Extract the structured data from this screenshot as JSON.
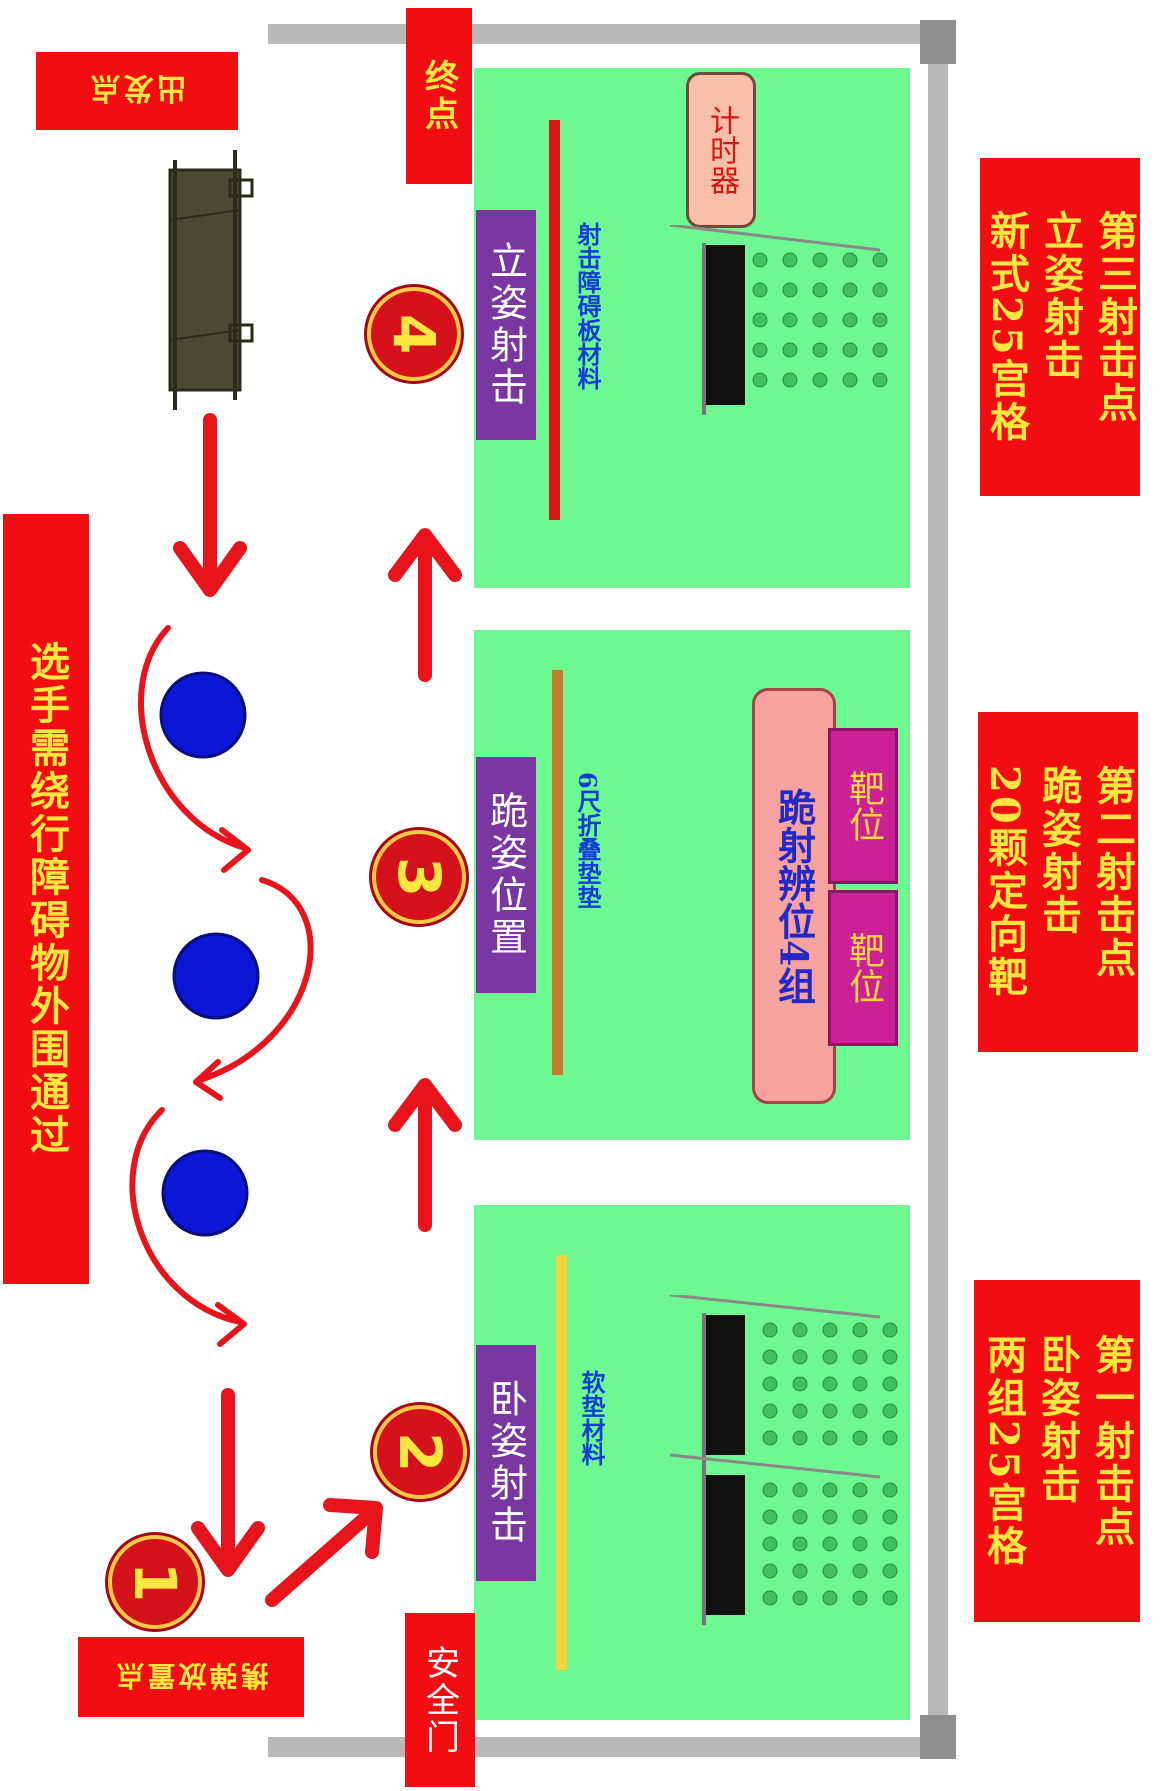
{
  "course": {
    "start_label": "出发点",
    "finish_label": "终点",
    "exit_label": "安全门",
    "gear_label": "携弹放置点",
    "obstacle_instruction": "选手需绕行障碍物外围通过",
    "lanes": [
      {
        "number": "2",
        "position_label": "卧姿射击",
        "material_label": "软垫材料",
        "bar_color": "#f1d53a",
        "station_text": "第一射击点\n卧姿射击\n两组25宫格"
      },
      {
        "number": "3",
        "position_label": "跪姿位置",
        "material_label": "6尺折叠垫垫",
        "bar_color": "#c47a2a",
        "station_text": "第二射击点\n跪姿射击\n20颗定向靶",
        "target_a": "靶位",
        "target_b": "靶位",
        "group_label": "跪射辨位4组"
      },
      {
        "number": "4",
        "position_label": "立姿射击",
        "material_label": "射击障碍板材料",
        "bar_color": "#dd1515",
        "station_text": "第三射击点\n立姿射击\n新式25宫格",
        "timer_label": "计时器"
      }
    ],
    "start_number": "1",
    "colors": {
      "lane_green": "#6ef892",
      "sign_red": "#f10d12",
      "sign_text_yellow": "#fde640",
      "label_purple": "#7a37a2",
      "obstacle_blue": "#0b16d6",
      "arrow_red": "#e7141b"
    }
  }
}
